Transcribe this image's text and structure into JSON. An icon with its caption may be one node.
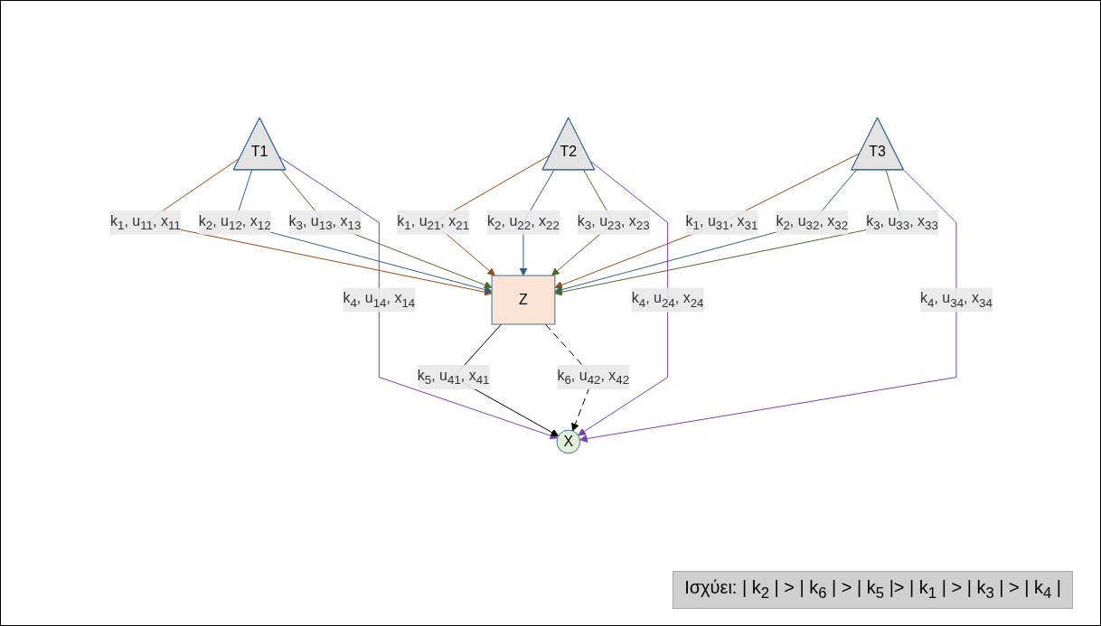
{
  "diagram": {
    "nodes": [
      {
        "text": [
          "T1"
        ]
      },
      {
        "text": [
          "T2"
        ]
      },
      {
        "text": [
          "T3"
        ]
      },
      {
        "text": [
          "Z"
        ]
      },
      {
        "text": [
          "X"
        ]
      }
    ],
    "edges": [
      {
        "from": 0,
        "to": 3,
        "arrow": "to",
        "label": "k$_{1}$, u$_{11}$, x$_{11}$",
        "color": "#9a4a12"
      },
      {
        "from": 0,
        "to": 3,
        "arrow": "to",
        "label": "k$_{2}$, u$_{12}$, x$_{12}$",
        "color": "#2e5f8a"
      },
      {
        "from": 0,
        "to": 3,
        "arrow": "to",
        "label": "k$_{3}$, u$_{13}$, x$_{13}$",
        "color": "#4a6b2a"
      },
      {
        "from": 0,
        "to": 4,
        "arrow": "to",
        "label": "k$_{4}$, u$_{14}$, x$_{14}$",
        "color": "#7b3fb5"
      },
      {
        "from": 1,
        "to": 3,
        "arrow": "to",
        "label": "k$_{1}$, u$_{21}$, x$_{21}$",
        "color": "#9a4a12"
      },
      {
        "from": 1,
        "to": 3,
        "arrow": "to",
        "label": "k$_{2}$, u$_{22}$, x$_{22}$",
        "color": "#2e5f8a"
      },
      {
        "from": 1,
        "to": 3,
        "arrow": "to",
        "label": "k$_{3}$, u$_{23}$, x$_{23}$",
        "color": "#4a6b2a"
      },
      {
        "from": 1,
        "to": 4,
        "arrow": "to",
        "label": "k$_{4}$, u$_{24}$, x$_{24}$",
        "color": "#7b3fb5"
      },
      {
        "from": 2,
        "to": 3,
        "arrow": "to",
        "label": "k$_{1}$, u$_{31}$, x$_{31}$",
        "color": "#9a4a12"
      },
      {
        "from": 2,
        "to": 3,
        "arrow": "to",
        "label": "k$_{2}$, u$_{32}$, x$_{32}$",
        "color": "#2e5f8a"
      },
      {
        "from": 2,
        "to": 3,
        "arrow": "to",
        "label": "k$_{3}$, u$_{33}$, x$_{33}$",
        "color": "#4a6b2a"
      },
      {
        "from": 2,
        "to": 4,
        "arrow": "to",
        "label": "k$_{4}$, u$_{34}$, x$_{34}$",
        "color": "#7b3fb5"
      },
      {
        "from": 3,
        "to": 4,
        "arrow": "to",
        "label": "k$_{5}$, u$_{41}$, x$_{41}$",
        "color": "#000000"
      },
      {
        "from": 3,
        "to": 4,
        "arrow": "to",
        "label": "k$_{6}$, u$_{42}$, x$_{42}$",
        "style": "dashed",
        "color": "#000000"
      }
    ],
    "labels": [
      "Ισχύει: | k$_{2}$ | > | k$_{6}$ | > | k$_{5}$ |> | k$_{1}$ | > | k$_{3}$ | > | k$_{4}$ |"
    ]
  }
}
